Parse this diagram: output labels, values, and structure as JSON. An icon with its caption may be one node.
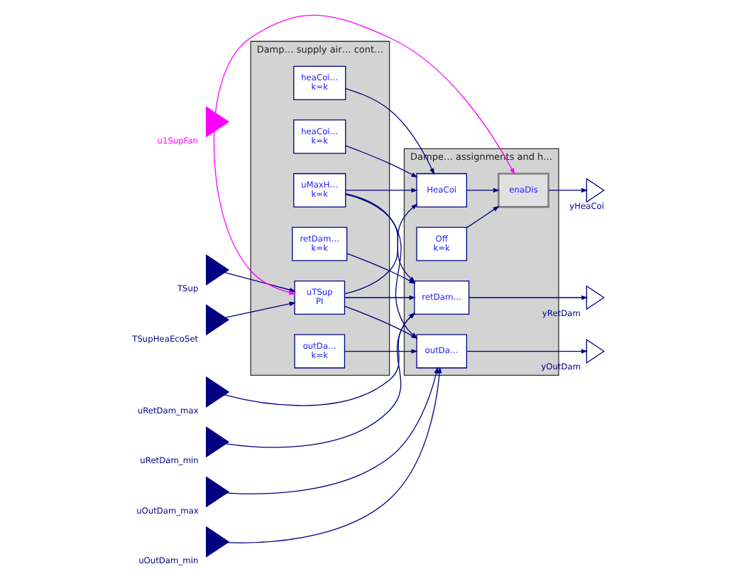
{
  "diagram": {
    "nodes": [
      {
        "text": [
          "Damp… supply air… cont…"
        ]
      },
      {
        "text": [
          "Dampe… assignments and h…"
        ]
      },
      {
        "text": [
          "TSup"
        ]
      },
      {
        "text": [
          "TSupHeaEcoSet"
        ]
      },
      {
        "text": [
          "uRetDam_max"
        ]
      },
      {
        "text": [
          "uRetDam_min"
        ]
      },
      {
        "text": [
          "uOutDam_max"
        ]
      },
      {
        "text": [
          "uOutDam_min"
        ]
      },
      {
        "text": [
          "u1SupFan"
        ]
      },
      {
        "text": [
          "uTSup",
          "PI"
        ],
        "in": 0
      },
      {
        "text": [
          "uMaxH…",
          "k=k"
        ],
        "in": 0
      },
      {
        "text": [
          "heaCoi…",
          "k=k"
        ],
        "in": 0
      },
      {
        "text": [
          "heaCoi…",
          "k=k"
        ],
        "in": 0
      },
      {
        "text": [
          "retDam…",
          "k=k"
        ],
        "in": 0
      },
      {
        "text": [
          "outDa…",
          "k=k"
        ],
        "in": 0
      },
      {
        "text": [
          "HeaCoi"
        ],
        "in": 1
      },
      {
        "text": [
          "retDam…"
        ],
        "in": 1
      },
      {
        "text": [
          "outDa…"
        ],
        "in": 1
      },
      {
        "text": [
          "Off",
          "k=k"
        ],
        "in": 1
      },
      {
        "text": [
          "enaDis"
        ],
        "in": 1
      },
      {
        "text": [
          "yHeaCoi"
        ]
      },
      {
        "text": [
          "yRetDam"
        ]
      },
      {
        "text": [
          "yOutDam"
        ]
      }
    ],
    "edges": [
      {
        "from": 2,
        "to": 9,
        "arrow": "to"
      },
      {
        "from": 3,
        "to": 9,
        "arrow": "to"
      },
      {
        "from": 8,
        "to": 9,
        "arrow": "to",
        "color": "#ff00ff"
      },
      {
        "from": 8,
        "to": 19,
        "arrow": "to",
        "color": "#ff00ff"
      },
      {
        "from": 9,
        "to": 15,
        "arrow": "to"
      },
      {
        "from": 9,
        "to": 16,
        "arrow": "to"
      },
      {
        "from": 9,
        "to": 17,
        "arrow": "to"
      },
      {
        "from": 10,
        "to": 15,
        "arrow": "to"
      },
      {
        "from": 11,
        "to": 15,
        "arrow": "to"
      },
      {
        "from": 12,
        "to": 15,
        "arrow": "to"
      },
      {
        "from": 10,
        "to": 16,
        "arrow": "to"
      },
      {
        "from": 4,
        "to": 16,
        "arrow": "to"
      },
      {
        "from": 5,
        "to": 16,
        "arrow": "to"
      },
      {
        "from": 13,
        "to": 16,
        "arrow": "to"
      },
      {
        "from": 10,
        "to": 17,
        "arrow": "to"
      },
      {
        "from": 6,
        "to": 17,
        "arrow": "to"
      },
      {
        "from": 7,
        "to": 17,
        "arrow": "to"
      },
      {
        "from": 14,
        "to": 17,
        "arrow": "to"
      },
      {
        "from": 15,
        "to": 19,
        "arrow": "to"
      },
      {
        "from": 18,
        "to": 19,
        "arrow": "to"
      },
      {
        "from": 19,
        "to": 20,
        "arrow": "to"
      },
      {
        "from": 16,
        "to": 21,
        "arrow": "to"
      },
      {
        "from": 17,
        "to": 22,
        "arrow": "to"
      }
    ]
  }
}
